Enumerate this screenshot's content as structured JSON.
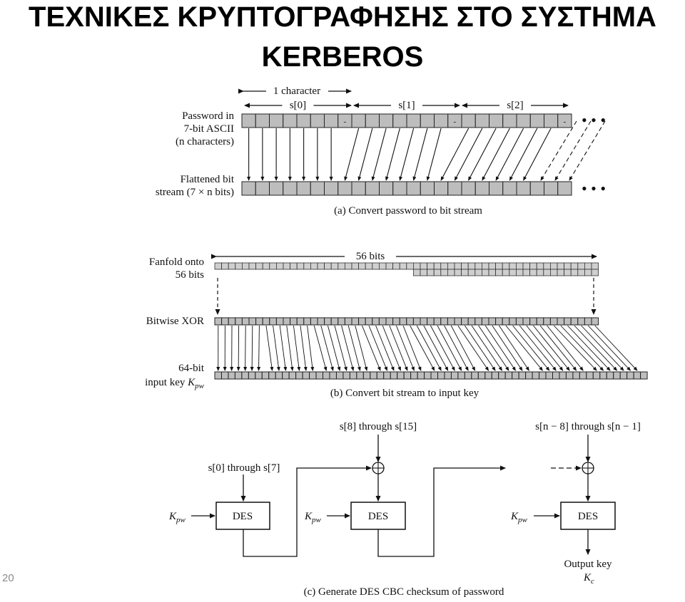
{
  "slide": {
    "title_line1": "ΤΕΧΝΙΚΕΣ ΚΡΥΠΤΟΓΡΑΦΗΣΗΣ ΣΤΟ ΣΥΣΤΗΜΑ",
    "title_line2": "KERBEROS",
    "page_number": "20"
  },
  "diagram": {
    "part_a": {
      "char_span_label": "1 character",
      "chars": [
        "s[0]",
        "s[1]",
        "s[2]"
      ],
      "pad_mark": "-",
      "continuation": "• • •",
      "password_label": [
        "Password in",
        "7-bit ASCII",
        "(n characters)"
      ],
      "flat_label": [
        "Flattened bit",
        "stream (7 × n bits)"
      ],
      "caption": "(a) Convert password to bit stream"
    },
    "part_b": {
      "span_label": "56 bits",
      "fanfold_label": [
        "Fanfold onto",
        "56 bits"
      ],
      "xor_label": "Bitwise XOR",
      "key_label": "64-bit",
      "key_label2": "input key ",
      "key_symbol": "K",
      "key_sub": "pw",
      "caption": "(b) Convert bit stream to input key"
    },
    "part_c": {
      "input0": "s[0] through s[7]",
      "input1": "s[8] through s[15]",
      "input_last": "s[n − 8] through s[n − 1]",
      "block_label": "DES",
      "key_symbol": "K",
      "key_sub": "pw",
      "output_label": "Output key",
      "output_symbol": "K",
      "output_sub": "c",
      "caption": "(c) Generate DES CBC checksum of password"
    }
  }
}
